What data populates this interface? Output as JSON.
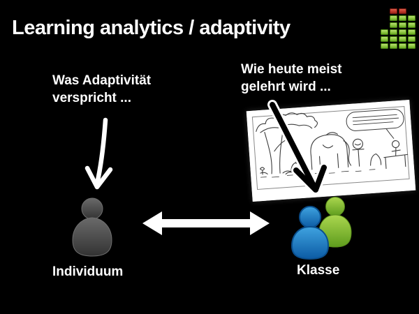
{
  "slide": {
    "title": "Learning analytics / adaptivity"
  },
  "logo": {
    "name": "equalizer-logo",
    "colors": {
      "green": "#8cc63f",
      "red": "#c0392b"
    },
    "pattern": [
      [
        "",
        "red",
        "red",
        ""
      ],
      [
        "",
        "green",
        "green",
        "green"
      ],
      [
        "",
        "green",
        "green",
        "green"
      ],
      [
        "green",
        "green",
        "green",
        "green"
      ],
      [
        "green",
        "green",
        "green",
        "green"
      ],
      [
        "green",
        "green",
        "green",
        "green"
      ]
    ]
  },
  "captions": {
    "left_line1": "Was Adaptivität",
    "left_line2": "verspricht ...",
    "right_line1": "Wie heute meist",
    "right_line2": "gelehrt wird ..."
  },
  "labels": {
    "individual": "Individuum",
    "class": "Klasse"
  },
  "colors": {
    "background": "#000000",
    "text": "#ffffff",
    "arrow": "#ffffff",
    "person_gray": "#474747",
    "person_blue": "#1577c2",
    "person_green": "#7fbe33"
  }
}
